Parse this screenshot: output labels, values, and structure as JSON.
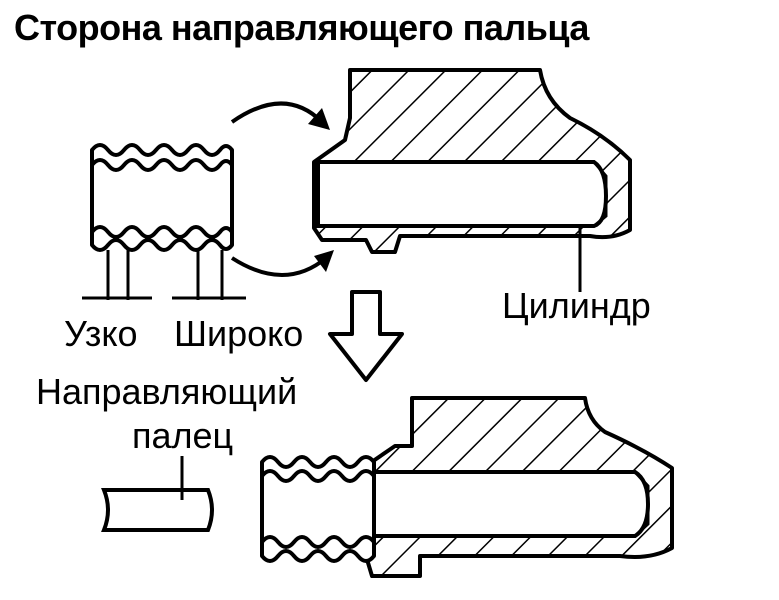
{
  "title": "Сторона направляющего пальца",
  "labels": {
    "narrow": "Узко",
    "wide": "Широко",
    "cylinder": "Цилиндр",
    "guide_pin_line1": "Направляющий",
    "guide_pin_line2": "палец"
  },
  "colors": {
    "ink": "#000000",
    "paper": "#ffffff"
  }
}
